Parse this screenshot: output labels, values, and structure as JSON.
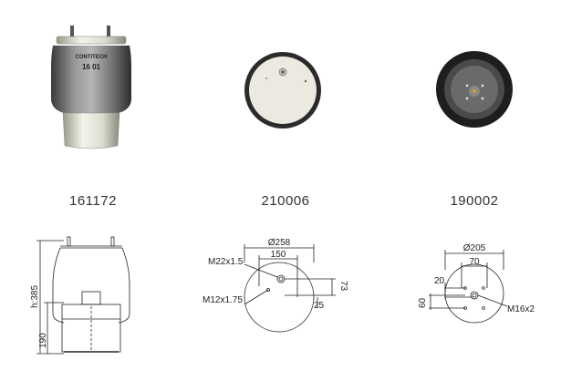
{
  "products": [
    {
      "code": "161172",
      "brand_text": "CONTITECH",
      "label_text": "16 01",
      "dims": {
        "height": "h:385",
        "piston": "190"
      }
    },
    {
      "code": "210006",
      "dims": {
        "diameter": "Ø258",
        "spacing": "150",
        "thread_a": "M22x1.5",
        "thread_b": "M12x1.75",
        "offset": "73",
        "small": "25"
      }
    },
    {
      "code": "190002",
      "dims": {
        "diameter": "Ø205",
        "spacing": "70",
        "offset_a": "20",
        "offset_b": "60",
        "thread": "M16x2"
      }
    }
  ]
}
